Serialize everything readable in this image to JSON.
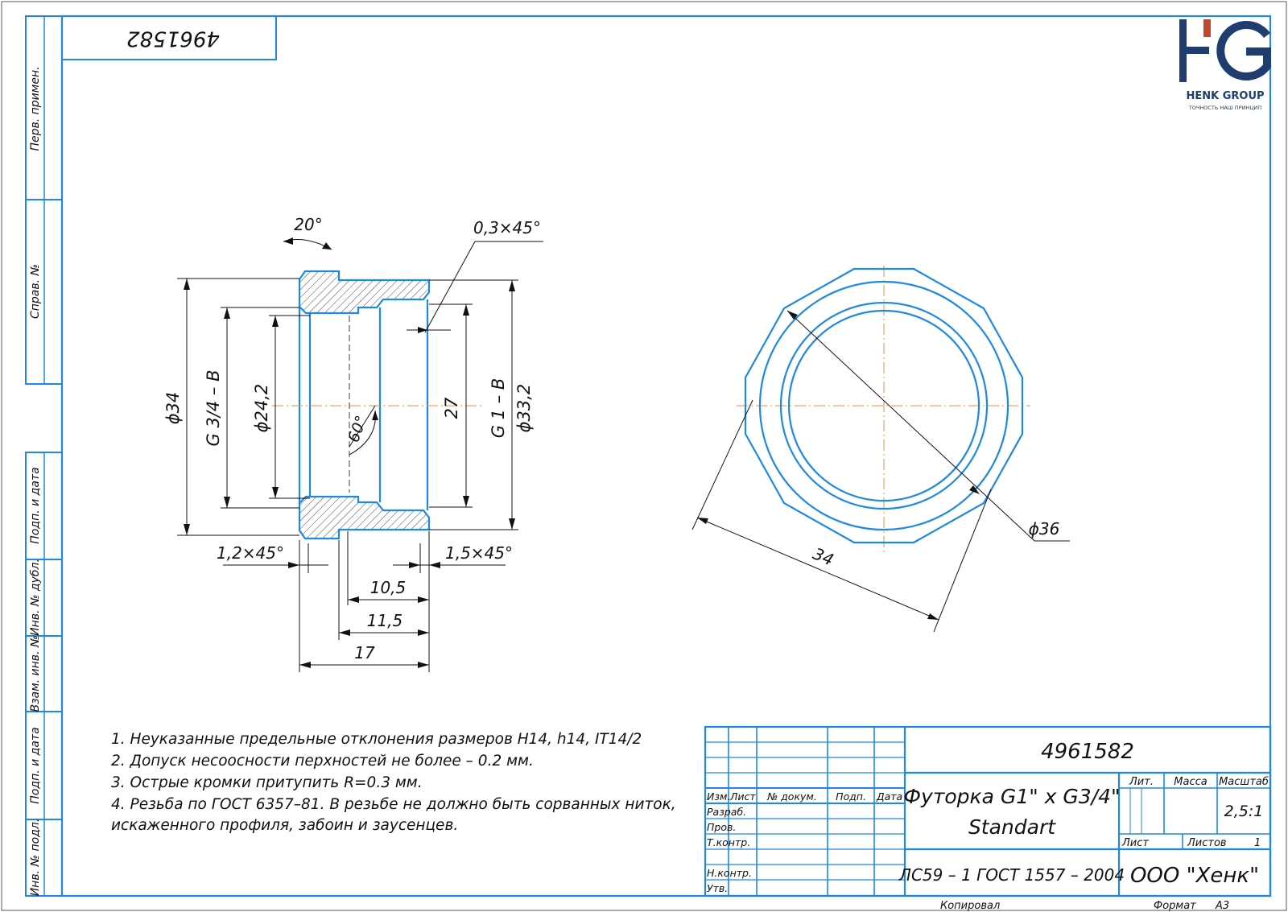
{
  "document_number": "4961582",
  "document_number_rotated": "4961582",
  "logo": {
    "name": "HENK GROUP",
    "tagline": "ТОЧНОСТЬ НАШ ПРИНЦИП",
    "colors": {
      "navy": "#1f3d6e",
      "accent": "#c0492a"
    }
  },
  "left_strip": {
    "perv_primen": "Перв. примен.",
    "sprav_no": "Справ. №",
    "podp_i_data_1": "Подп. и дата",
    "inv_no_dubl": "Инв. № дубл.",
    "vzam_inv_no": "Взам. инв. №",
    "podp_i_data_2": "Подп. и дата",
    "inv_no_podl": "Инв. № подл."
  },
  "section_view": {
    "angle_top": "20°",
    "chamfer_top": "0,3×45°",
    "dia_outer": "ϕ34",
    "thread_left": "G 3/4 – B",
    "dia_inner": "ϕ24,2",
    "angle_inner": "60°",
    "dim_27": "27",
    "thread_right": "G 1 – B",
    "dia_right": "ϕ33,2",
    "chamfer_left": "1,2×45°",
    "chamfer_right": "1,5×45°",
    "len_10_5": "10,5",
    "len_11_5": "11,5",
    "len_17": "17"
  },
  "end_view": {
    "dia_36": "ϕ36",
    "across_flats": "34"
  },
  "notes": [
    "1. Неуказанные предельные отклонения размеров H14, h14, IT14/2",
    "2. Допуск несоосности перхностей не более – 0.2 мм.",
    "3. Острые кромки притупить R=0.3 мм.",
    "4. Резьба по ГОСТ 6357–81. В резьбе не должно быть сорванных ниток,",
    "искаженного профиля, забоин и заусенцев."
  ],
  "title_block": {
    "designation": "4961582",
    "col_izm": "Изм.",
    "col_list": "Лист",
    "col_doc": "№ докум.",
    "col_podp": "Подп.",
    "col_data": "Дата",
    "row_razrab": "Разраб.",
    "row_prov": "Пров.",
    "row_tkontr": "Т.контр.",
    "row_nkontr": "Н.контр.",
    "row_utv": "Утв.",
    "part_name_1": "Футорка G1\" x G3/4\"",
    "part_name_2": "Standart",
    "lit": "Лит.",
    "massa": "Масса",
    "masshtab": "Масштаб",
    "scale_value": "2,5:1",
    "list_label": "Лист",
    "listov_label": "Листов",
    "listov_value": "1",
    "material": "ЛС59 – 1 ГОСТ 1557 – 2004",
    "company": "ООО \"Хенк\"",
    "kopiroval": "Копировал",
    "format_label": "Формат",
    "format_value": "А3"
  }
}
